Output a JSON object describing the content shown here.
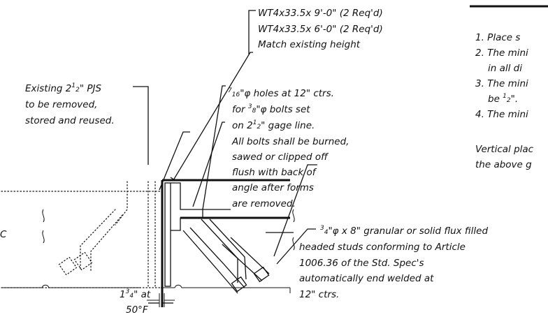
{
  "callout_wt": {
    "line1": "WT4x33.5x 9'-0\" (2 Req'd)",
    "line2": "WT4x33.5x 6'-0\" (2 Req'd)",
    "line3": "Match existing height"
  },
  "callout_pjs": {
    "line1_a": "Existing 2",
    "line1_num": "1",
    "line1_den": "2",
    "line1_b": "\" PJS",
    "line2": "to be removed,",
    "line3": "stored and reused."
  },
  "callout_holes": {
    "line1_num": "7",
    "line1_den": "16",
    "line1_b": "\"φ holes at 12\" ctrs.",
    "line2_a": "for ",
    "line2_num": "3",
    "line2_den": "8",
    "line2_b": "\"φ bolts set",
    "line3_a": "on 2",
    "line3_num": "1",
    "line3_den": "2",
    "line3_b": "\" gage line.",
    "line4": "All bolts shall be burned,",
    "line5": "sawed or clipped off",
    "line6": "flush with back of",
    "line7": "angle after forms",
    "line8": "are removed."
  },
  "callout_studs": {
    "line1_num": "3",
    "line1_den": "4",
    "line1_b": "\"φ x 8\" granular or solid flux filled",
    "line2": "headed studs conforming to Article",
    "line3": "1006.36 of the Std. Spec's",
    "line4": "automatically end welded at",
    "line5": "12\" ctrs."
  },
  "dimension": {
    "line1_a": "1",
    "line1_num": "3",
    "line1_den": "4",
    "line1_b": "\" at",
    "line2": "50°F"
  },
  "notes": {
    "n1": "1.  Place s",
    "n2a": "2. The mini",
    "n2b": "in all di",
    "n3a": "3. The mini",
    "n3b_a": "be ",
    "n3b_num": "1",
    "n3b_den": "2",
    "n3b_b": "\".",
    "n4": "4. The mini",
    "tail1": "Vertical plac",
    "tail2": "the above g"
  },
  "edge_mark": "C"
}
